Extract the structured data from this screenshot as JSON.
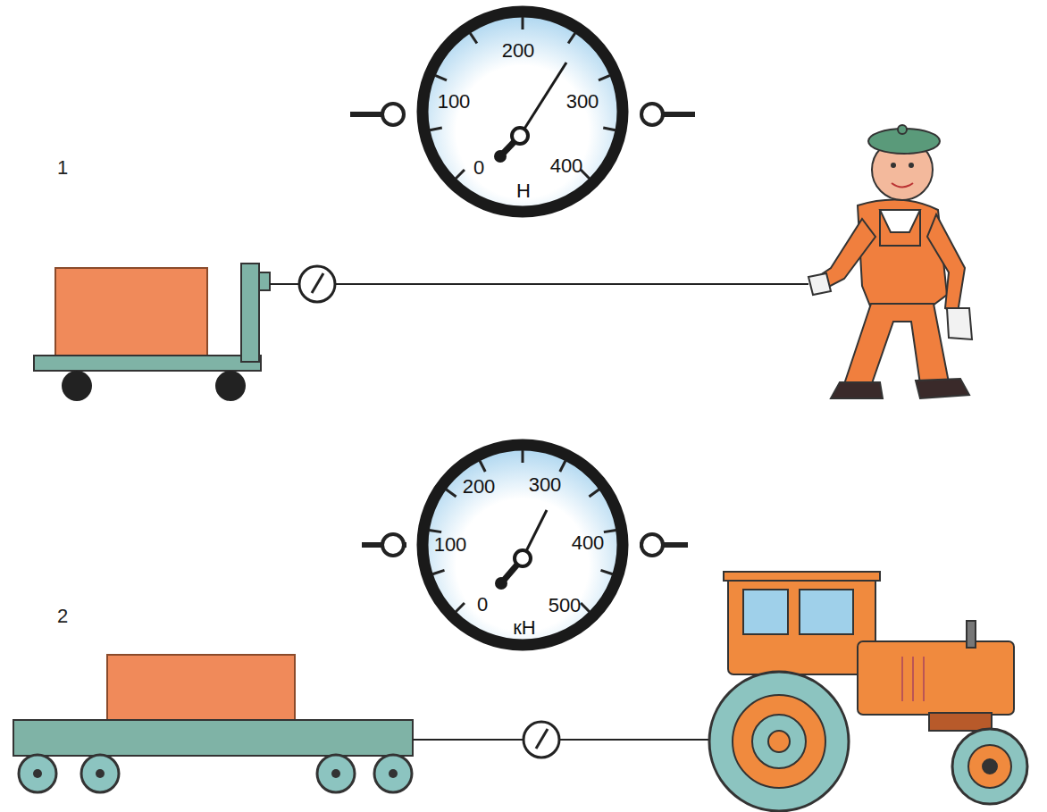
{
  "diagram": {
    "nodes": [
      {
        "text": [
          "0",
          "100",
          "200",
          "300",
          "400",
          "Н"
        ]
      },
      {
        "text": [
          "0",
          "100",
          "200",
          "300",
          "400",
          "500",
          "кН"
        ]
      }
    ],
    "labels": [
      "1",
      "2"
    ]
  }
}
